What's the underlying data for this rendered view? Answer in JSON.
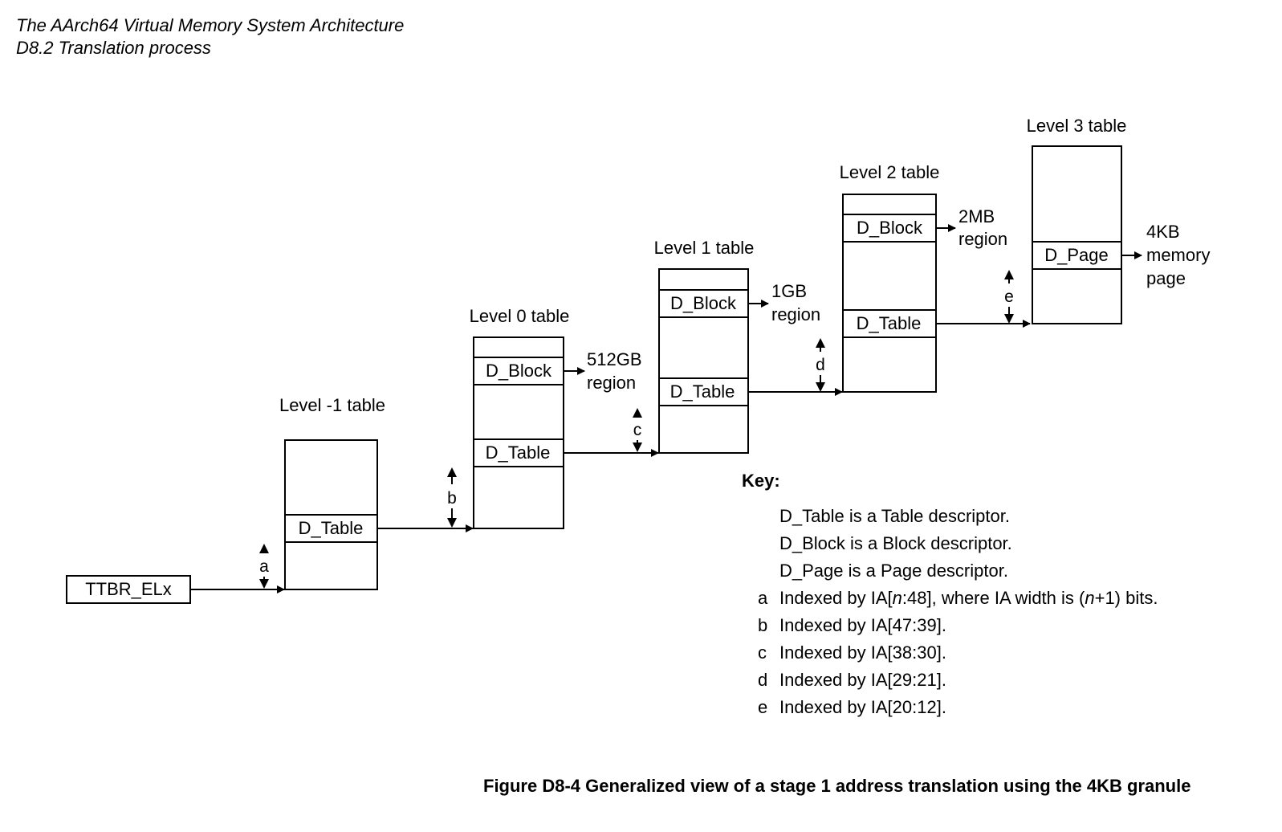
{
  "header": {
    "line1": "The AArch64 Virtual Memory System Architecture",
    "line2": "D8.2 Translation process"
  },
  "diagram": {
    "ttbr_label": "TTBR_ELx",
    "tables": [
      {
        "title": "Level -1 table",
        "entries": [
          "D_Table"
        ]
      },
      {
        "title": "Level 0 table",
        "entries": [
          "D_Block",
          "D_Table"
        ]
      },
      {
        "title": "Level 1 table",
        "entries": [
          "D_Block",
          "D_Table"
        ]
      },
      {
        "title": "Level 2 table",
        "entries": [
          "D_Block",
          "D_Table"
        ]
      },
      {
        "title": "Level 3 table",
        "entries": [
          "D_Page"
        ]
      }
    ],
    "regions": [
      {
        "lines": [
          "512GB",
          "region"
        ]
      },
      {
        "lines": [
          "1GB",
          "region"
        ]
      },
      {
        "lines": [
          "2MB",
          "region"
        ]
      },
      {
        "lines": [
          "4KB",
          "memory",
          "page"
        ]
      }
    ],
    "index_letters": [
      "a",
      "b",
      "c",
      "d",
      "e"
    ]
  },
  "key": {
    "title": "Key:",
    "descriptors": [
      "D_Table is a Table descriptor.",
      "D_Block is a Block descriptor.",
      "D_Page is a Page descriptor."
    ],
    "indexes": [
      {
        "letter": "a",
        "pre": "Indexed by IA[",
        "var1": "n",
        "mid": ":48], where IA width is (",
        "var2": "n",
        "post": "+1) bits."
      },
      {
        "letter": "b",
        "text": "Indexed by IA[47:39]."
      },
      {
        "letter": "c",
        "text": "Indexed by IA[38:30]."
      },
      {
        "letter": "d",
        "text": "Indexed by IA[29:21]."
      },
      {
        "letter": "e",
        "text": "Indexed by IA[20:12]."
      }
    ]
  },
  "caption": "Figure D8-4 Generalized view of a stage 1 address translation using the 4KB granule"
}
